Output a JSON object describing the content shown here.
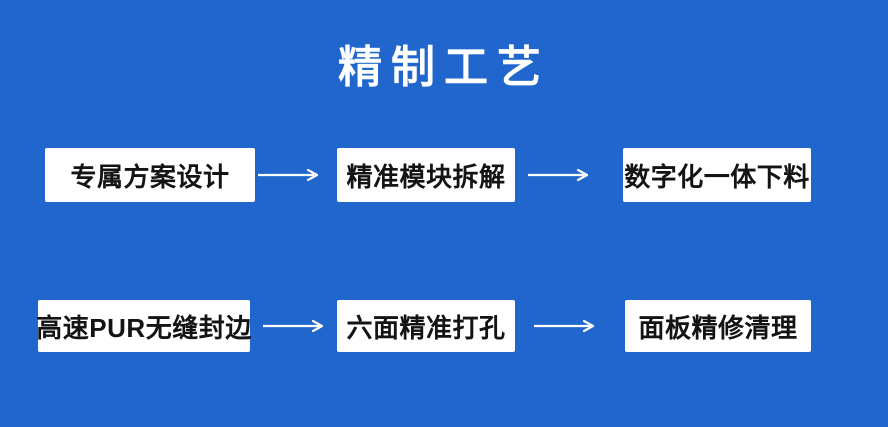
{
  "page": {
    "title": "精制工艺",
    "colors": {
      "background": "#2066cd",
      "box_background": "#ffffff",
      "box_text": "#141414",
      "title_text": "#ffffff",
      "arrow": "#ffffff"
    }
  },
  "flow": {
    "rows": [
      {
        "steps": [
          "专属方案设计",
          "精准模块拆解",
          "数字化一体下料"
        ]
      },
      {
        "steps": [
          "高速PUR无缝封边",
          "六面精准打孔",
          "面板精修清理"
        ]
      }
    ]
  }
}
